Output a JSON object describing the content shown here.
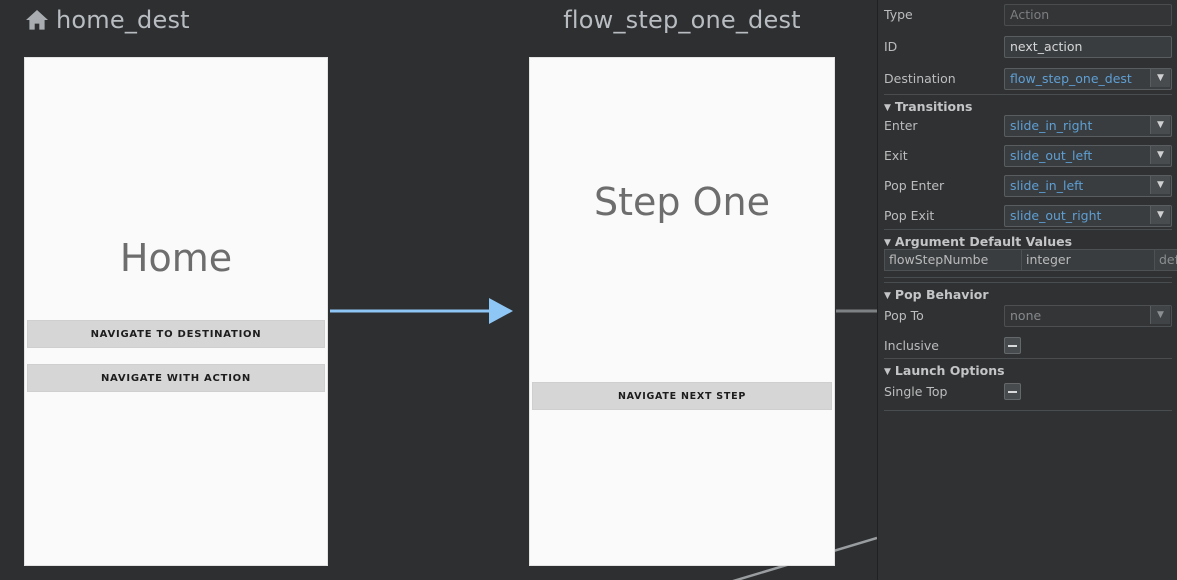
{
  "canvas": {
    "background": "#2d2f31",
    "nodes": [
      {
        "id": "home",
        "title": "home_dest",
        "icon": "home-icon",
        "has_icon": true,
        "screen_label": "Home",
        "buttons": [
          {
            "label": "NAVIGATE TO DESTINATION"
          },
          {
            "label": "NAVIGATE WITH ACTION"
          }
        ]
      },
      {
        "id": "flow_step_one",
        "title": "flow_step_one_dest",
        "has_icon": false,
        "screen_label": "Step One",
        "buttons": [
          {
            "label": "NAVIGATE NEXT STEP"
          }
        ]
      }
    ],
    "edges": [
      {
        "name": "home-to-flow-step-one",
        "color": "#8ec6f5",
        "selected": true,
        "style": "arrow"
      },
      {
        "name": "flow-step-one-outgoing",
        "color": "#7e8184",
        "selected": false,
        "style": "line"
      },
      {
        "name": "flow-step-one-bottom-outgoing",
        "color": "#9a9da0",
        "selected": false,
        "style": "line"
      }
    ]
  },
  "panel": {
    "fields": [
      {
        "label": "Type",
        "value": "Action",
        "kind": "placeholder"
      },
      {
        "label": "ID",
        "value": "next_action",
        "kind": "text"
      },
      {
        "label": "Destination",
        "value": "flow_step_one_dest",
        "kind": "combo-link"
      }
    ],
    "transitions": {
      "title": "Transitions",
      "expanded": true,
      "fields": [
        {
          "label": "Enter",
          "value": "slide_in_right",
          "kind": "combo-link"
        },
        {
          "label": "Exit",
          "value": "slide_out_left",
          "kind": "combo-link"
        },
        {
          "label": "Pop Enter",
          "value": "slide_in_left",
          "kind": "combo-link"
        },
        {
          "label": "Pop Exit",
          "value": "slide_out_right",
          "kind": "combo-link"
        }
      ]
    },
    "arguments": {
      "title": "Argument Default Values",
      "expanded": true,
      "rows": [
        {
          "name": "flowStepNumbe",
          "type": "integer",
          "default": "default value"
        }
      ]
    },
    "pop_behavior": {
      "title": "Pop Behavior",
      "expanded": true,
      "pop_to": {
        "label": "Pop To",
        "value": "none",
        "kind": "combo-disabled"
      },
      "inclusive": {
        "label": "Inclusive",
        "checked": false,
        "state": "indeterminate"
      }
    },
    "launch_options": {
      "title": "Launch Options",
      "expanded": true,
      "single_top": {
        "label": "Single Top",
        "checked": false,
        "state": "indeterminate"
      }
    },
    "colors": {
      "link": "#5e9fd4",
      "background": "#2f3133",
      "field": "#3a3d3f"
    }
  }
}
